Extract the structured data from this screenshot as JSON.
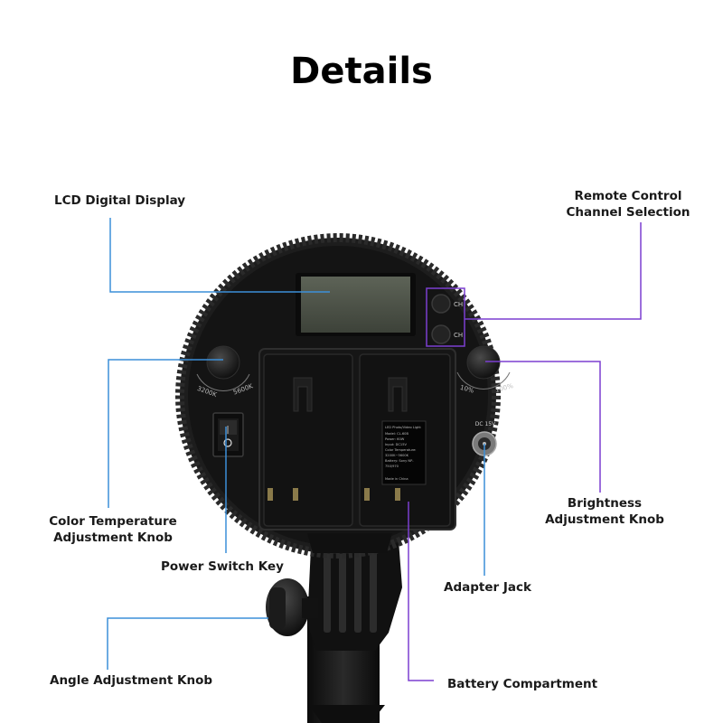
{
  "title": "Details",
  "callouts": {
    "lcd": "LCD Digital Display",
    "remote_line1": "Remote Control",
    "remote_line2": "Channel Selection",
    "color_temp_line1": "Color Temperature",
    "color_temp_line2": "Adjustment Knob",
    "power": "Power Switch Key",
    "brightness_line1": "Brightness",
    "brightness_line2": "Adjustment Knob",
    "adapter": "Adapter Jack",
    "angle": "Angle Adjustment Knob",
    "battery": "Battery Compartment"
  },
  "device_labels": {
    "ch": "CH",
    "temp_min": "3200K",
    "temp_max": "5600K",
    "bright_min": "10%",
    "bright_max": "100%",
    "dc": "DC 15V",
    "spec_lines": [
      "LED Photo/Video Light",
      "Model: CL-60B",
      "Power: 60W",
      "Input: DC15V",
      "Color Temperature:",
      "3200K~5600K",
      "Battery: Sony NP-",
      "750/970",
      "Made in China"
    ]
  },
  "colors": {
    "blue_leader": "#3c8fd8",
    "purple_leader": "#7b3fd0",
    "device_body": "#141414"
  }
}
